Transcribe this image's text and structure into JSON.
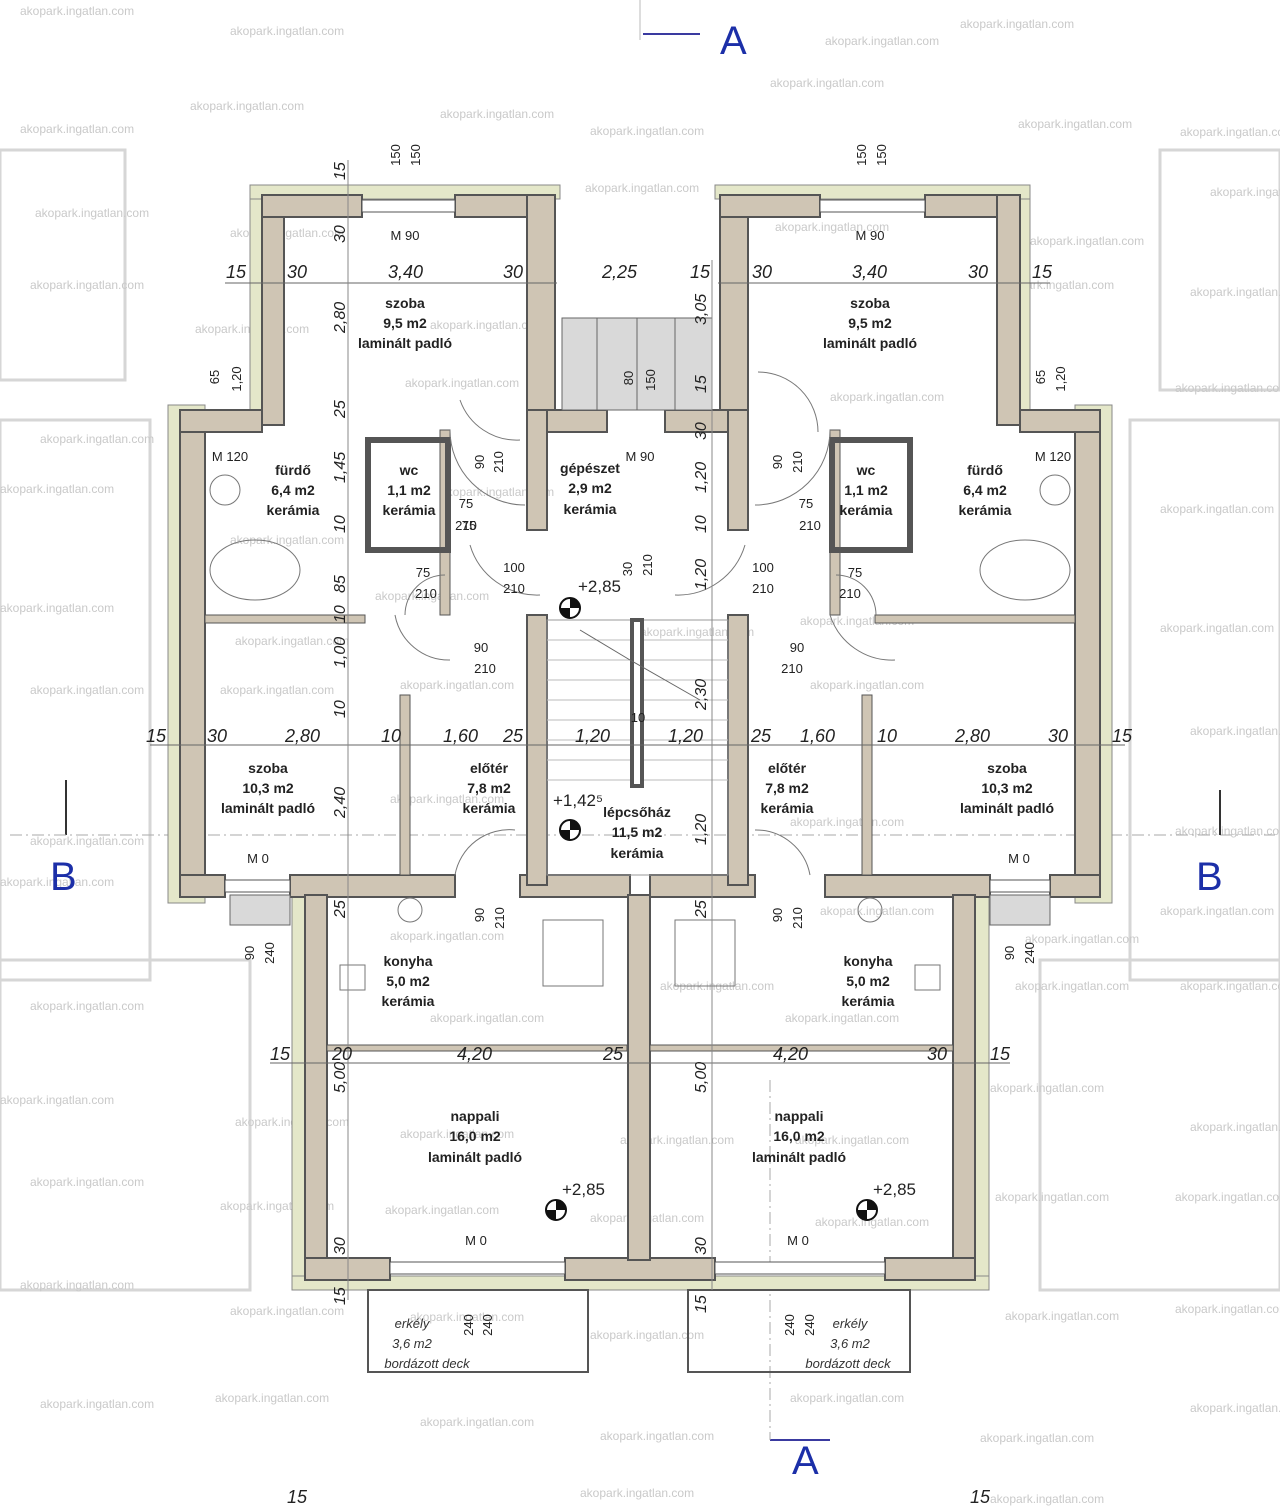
{
  "sections": {
    "a_top": "A",
    "a_bottom": "A",
    "b_left": "B",
    "b_right": "B"
  },
  "watermark": "akopark.ingatlan.com",
  "rooms": {
    "tl_szoba": {
      "name": "szoba",
      "area": "9,5 m2",
      "floor": "laminált padló"
    },
    "tr_szoba": {
      "name": "szoba",
      "area": "9,5 m2",
      "floor": "laminált padló"
    },
    "l_furdo": {
      "name": "fürdő",
      "area": "6,4 m2",
      "floor": "kerámia"
    },
    "r_furdo": {
      "name": "fürdő",
      "area": "6,4 m2",
      "floor": "kerámia"
    },
    "l_wc": {
      "name": "wc",
      "area": "1,1 m2",
      "floor": "kerámia"
    },
    "r_wc": {
      "name": "wc",
      "area": "1,1 m2",
      "floor": "kerámia"
    },
    "gepeszet": {
      "name": "gépészet",
      "area": "2,9 m2",
      "floor": "kerámia"
    },
    "l_szoba2": {
      "name": "szoba",
      "area": "10,3 m2",
      "floor": "laminált padló"
    },
    "r_szoba2": {
      "name": "szoba",
      "area": "10,3 m2",
      "floor": "laminált padló"
    },
    "l_eloter": {
      "name": "előtér",
      "area": "7,8 m2",
      "floor": "kerámia"
    },
    "r_eloter": {
      "name": "előtér",
      "area": "7,8 m2",
      "floor": "kerámia"
    },
    "lepcsohaz": {
      "name": "lépcsőház",
      "area": "11,5 m2",
      "floor": "kerámia"
    },
    "l_konyha": {
      "name": "konyha",
      "area": "5,0 m2",
      "floor": "kerámia"
    },
    "r_konyha": {
      "name": "konyha",
      "area": "5,0 m2",
      "floor": "kerámia"
    },
    "l_nappali": {
      "name": "nappali",
      "area": "16,0 m2",
      "floor": "laminált padló"
    },
    "r_nappali": {
      "name": "nappali",
      "area": "16,0 m2",
      "floor": "laminált padló"
    },
    "l_erkely": {
      "name": "erkély",
      "area": "3,6 m2",
      "floor": "bordázott deck"
    },
    "r_erkely": {
      "name": "erkély",
      "area": "3,6 m2",
      "floor": "bordázott deck"
    }
  },
  "levels": {
    "top": "+2,85",
    "mid": "+1,42⁵",
    "bl": "+2,85",
    "br": "+2,85"
  },
  "marks": {
    "m90": "M 90",
    "m120": "M 120",
    "m0": "M 0",
    "stair_num": "10"
  },
  "dims": {
    "d15": "15",
    "d30": "30",
    "d340": "3,40",
    "d225": "2,25",
    "d280": "2,80",
    "d10": "10",
    "d160": "1,60",
    "d25": "25",
    "d120": "1,20",
    "d420": "4,20",
    "d20": "20",
    "d305": "3,05",
    "d145": "1,45",
    "d85": "85",
    "d100": "1,00",
    "d240": "2,40",
    "d500": "5,00",
    "d230": "2,30",
    "d150": "150",
    "d65": "65",
    "d240b": "240",
    "d90": "90",
    "d80": "80"
  },
  "doors": {
    "d90": "90",
    "d210": "210",
    "d75": "75",
    "d100": "100",
    "d30": "30"
  },
  "colors": {
    "wall": "#cfc5b4",
    "insulation": "#e4e7c9",
    "section": "#1c2fa8",
    "watermark": "#c9c9c9"
  }
}
